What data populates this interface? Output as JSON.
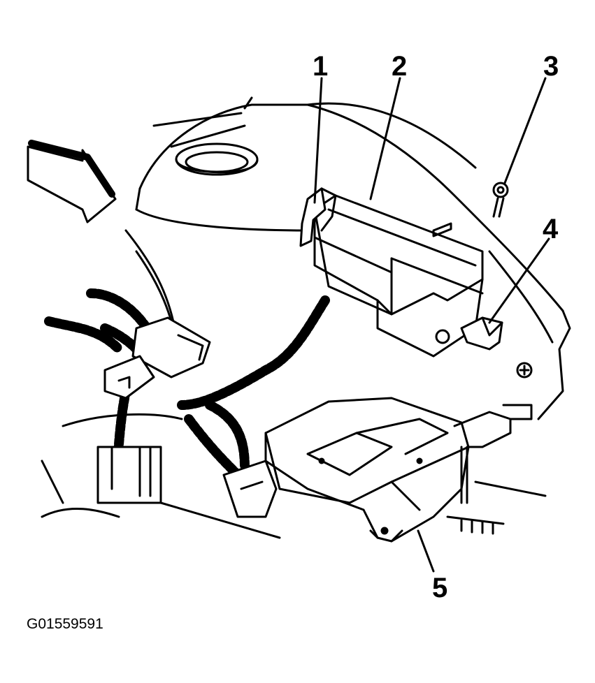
{
  "callouts": [
    {
      "number": "1"
    },
    {
      "number": "2"
    },
    {
      "number": "3"
    },
    {
      "number": "4"
    },
    {
      "number": "5"
    }
  ],
  "figure_id": "G01559591",
  "colors": {
    "line": "#000000",
    "background": "#ffffff"
  }
}
